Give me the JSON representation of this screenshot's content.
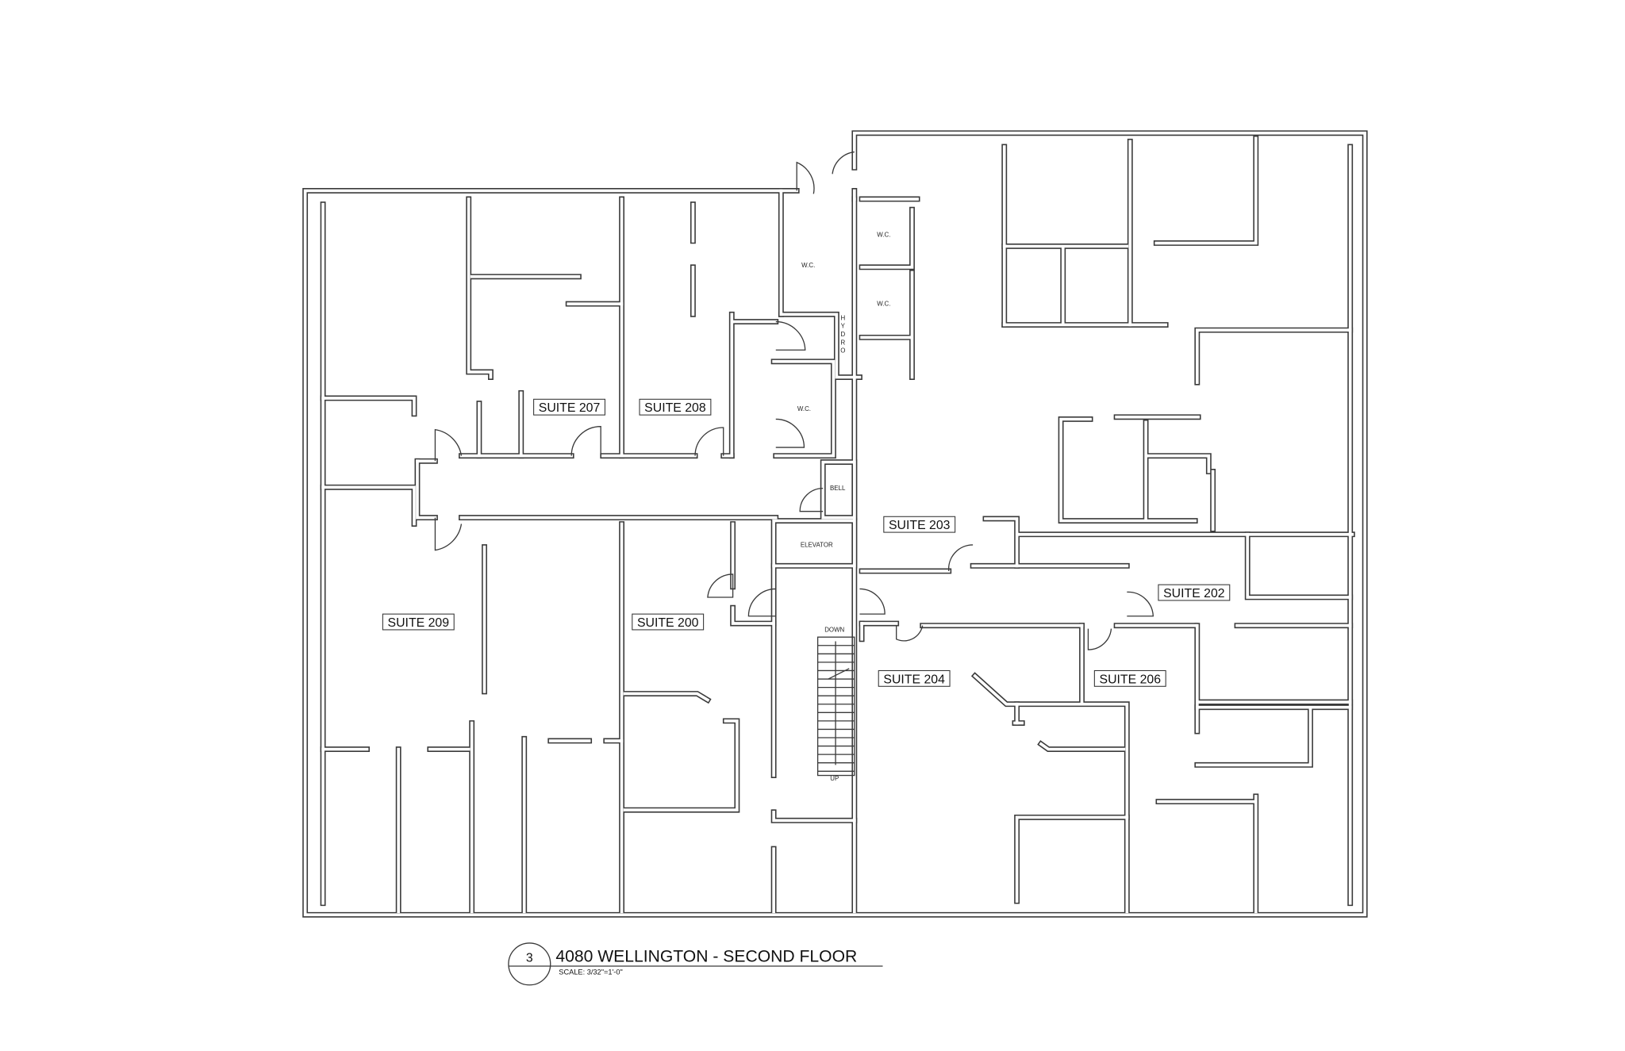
{
  "drawing": {
    "number": "3",
    "title": "4080 WELLINGTON - SECOND FLOOR",
    "scale": "SCALE: 3/32\"=1'-0\""
  },
  "suites": {
    "s207": "SUITE 207",
    "s208": "SUITE 208",
    "s203": "SUITE 203",
    "s202": "SUITE 202",
    "s209": "SUITE 209",
    "s200": "SUITE 200",
    "s204": "SUITE 204",
    "s206": "SUITE 206"
  },
  "rooms": {
    "wc1": "W.C.",
    "wc2": "W.C.",
    "wc3": "W.C.",
    "wc4": "W.C.",
    "hydro": "HYDRO",
    "bell": "BELL",
    "elevator": "ELEVATOR",
    "stair_down": "DOWN",
    "stair_up": "UP"
  }
}
